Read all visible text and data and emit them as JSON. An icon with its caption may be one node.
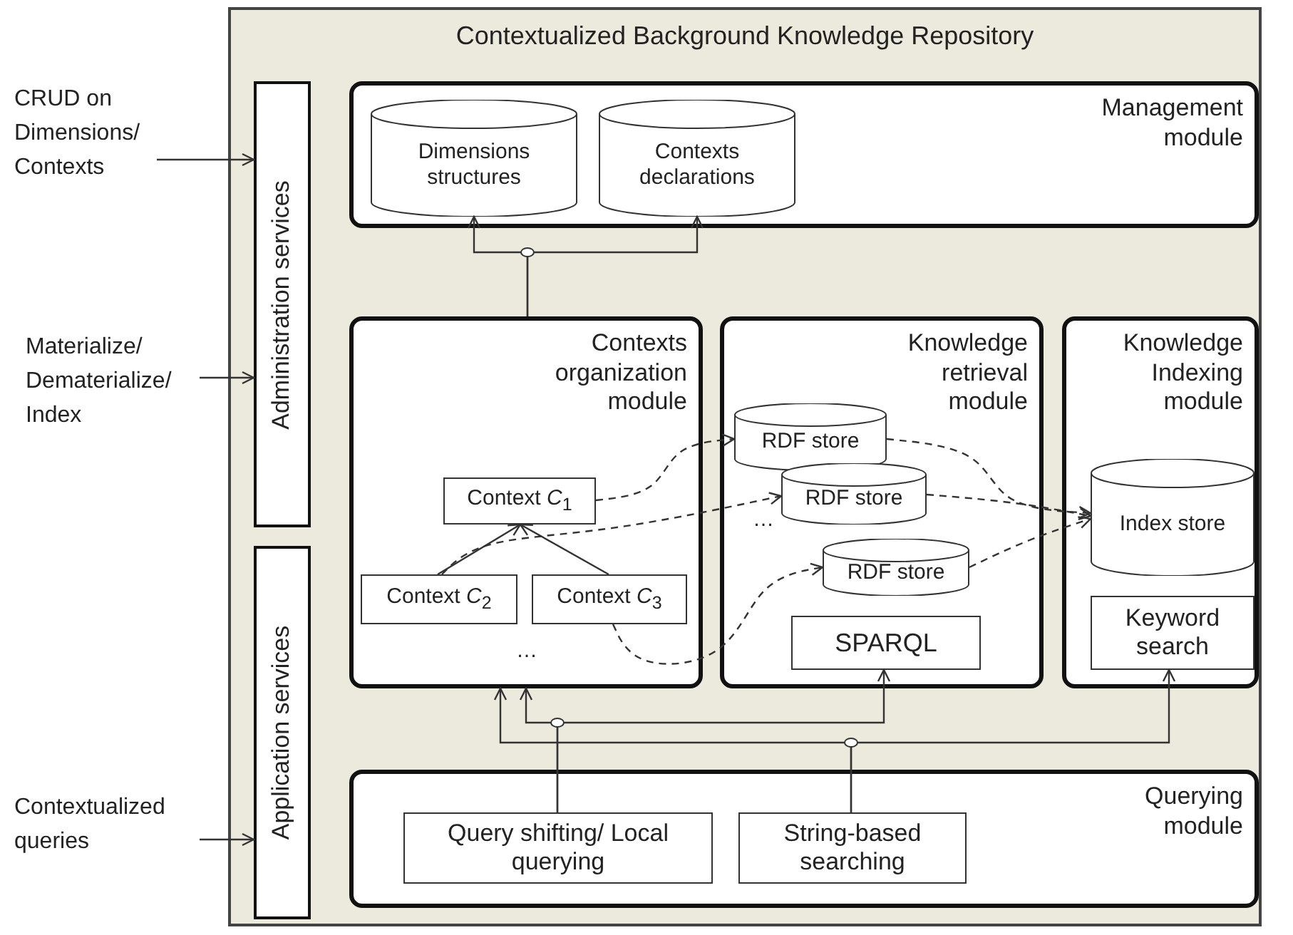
{
  "diagram": {
    "nodes": [
      {
        "text": [
          "Contextualized Background Knowledge Repository"
        ]
      },
      {
        "text": [
          "Administration services"
        ],
        "in": 0
      },
      {
        "text": [
          "Application services"
        ],
        "in": 0
      },
      {
        "text": [
          "Management module"
        ],
        "in": 0
      },
      {
        "text": [
          "Dimensions structures"
        ],
        "in": 3
      },
      {
        "text": [
          "Contexts declarations"
        ],
        "in": 3
      },
      {
        "text": [
          "Contexts organization module"
        ],
        "in": 0
      },
      {
        "text": [
          "Context *C*$_{1}$"
        ],
        "in": 6
      },
      {
        "text": [
          "Context *C*$_{2}$"
        ],
        "in": 6
      },
      {
        "text": [
          "Context *C*$_{3}$"
        ],
        "in": 6
      },
      {
        "text": [
          "Knowledge retrieval module"
        ],
        "in": 0
      },
      {
        "text": [
          "RDF store"
        ],
        "in": 10
      },
      {
        "text": [
          "RDF store"
        ],
        "in": 10
      },
      {
        "text": [
          "RDF store"
        ],
        "in": 10
      },
      {
        "text": [
          "SPARQL"
        ],
        "in": 10
      },
      {
        "text": [
          "Knowledge Indexing module"
        ],
        "in": 0
      },
      {
        "text": [
          "Index store"
        ],
        "in": 15
      },
      {
        "text": [
          "Keyword search"
        ],
        "in": 15
      },
      {
        "text": [
          "Querying module"
        ],
        "in": 0
      },
      {
        "text": [
          "Query shifting/ Local querying"
        ],
        "in": 18
      },
      {
        "text": [
          "String-based searching"
        ],
        "in": 18
      },
      {
        "text": [
          "CRUD on Dimensions/ Contexts"
        ]
      },
      {
        "text": [
          "Materialize/ Dematerialize/ Index"
        ]
      },
      {
        "text": [
          "Contextualized queries"
        ]
      }
    ],
    "edges": [
      {
        "from": 21,
        "to": 1,
        "arrow": "to"
      },
      {
        "from": 22,
        "to": 1,
        "arrow": "to"
      },
      {
        "from": 23,
        "to": 2,
        "arrow": "to"
      },
      {
        "from": 6,
        "to": 4,
        "arrow": "to"
      },
      {
        "from": 6,
        "to": 5,
        "arrow": "to"
      },
      {
        "from": 8,
        "to": 7,
        "arrow": "to"
      },
      {
        "from": 9,
        "to": 7,
        "arrow": "to"
      },
      {
        "from": 7,
        "to": 11,
        "arrow": "to",
        "style": "dashed"
      },
      {
        "from": 8,
        "to": 12,
        "arrow": "to",
        "style": "dashed"
      },
      {
        "from": 9,
        "to": 13,
        "arrow": "to",
        "style": "dashed"
      },
      {
        "from": 11,
        "to": 16,
        "arrow": "to",
        "style": "dashed"
      },
      {
        "from": 12,
        "to": 16,
        "arrow": "to",
        "style": "dashed"
      },
      {
        "from": 13,
        "to": 16,
        "arrow": "to",
        "style": "dashed"
      },
      {
        "from": 19,
        "to": 6,
        "arrow": "to"
      },
      {
        "from": 19,
        "to": 14,
        "arrow": "to"
      },
      {
        "from": 20,
        "to": 6,
        "arrow": "to"
      },
      {
        "from": 20,
        "to": 17,
        "arrow": "to"
      }
    ],
    "labels": [
      "…",
      "…"
    ]
  }
}
